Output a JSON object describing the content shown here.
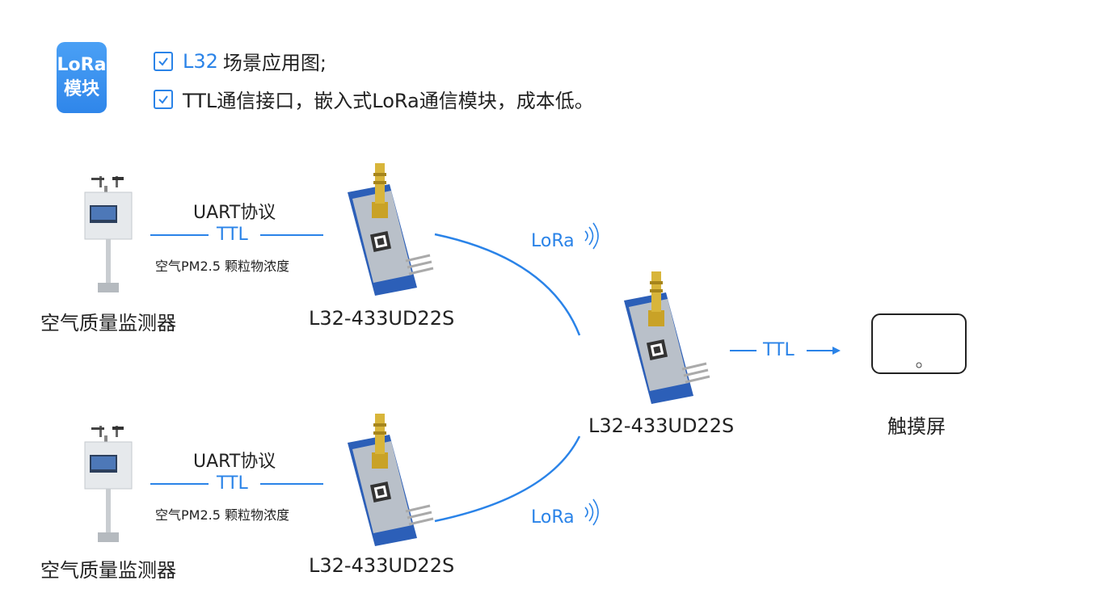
{
  "badge": {
    "line1": "LoRa",
    "line2": "模块"
  },
  "checklist": [
    {
      "highlight": "L32",
      "text": "场景应用图;"
    },
    {
      "highlight": "",
      "text": "TTL通信接口，嵌入式LoRa通信模块，成本低。"
    }
  ],
  "monitors": [
    {
      "label": "空气质量监测器"
    },
    {
      "label": "空气质量监测器"
    }
  ],
  "links": [
    {
      "protocol": "UART协议",
      "iface": "TTL",
      "payload": "空气PM2.5 颗粒物浓度"
    },
    {
      "protocol": "UART协议",
      "iface": "TTL",
      "payload": "空气PM2.5 颗粒物浓度"
    }
  ],
  "modules": [
    {
      "label": "L32-433UD22S"
    },
    {
      "label": "L32-433UD22S"
    },
    {
      "label": "L32-433UD22S"
    }
  ],
  "wireless": [
    {
      "label": "LoRa"
    },
    {
      "label": "LoRa"
    }
  ],
  "output": {
    "iface": "TTL",
    "device_label": "触摸屏"
  },
  "colors": {
    "accent": "#2a83e8",
    "pcb_blue": "#2c5fb8",
    "shield": "#b9c0c9"
  }
}
